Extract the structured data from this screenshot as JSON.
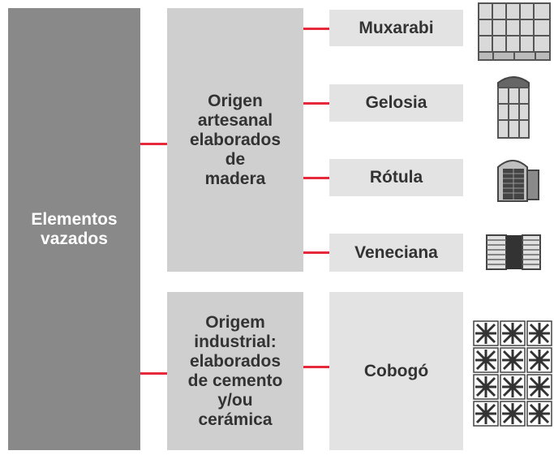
{
  "root": {
    "label": "Elementos\nvazados"
  },
  "groups": [
    {
      "label": "Origen\nartesanal\nelaborados\nde\nmadera"
    },
    {
      "label": "Origem\nindustrial:\nelaborados\nde cemento\ny/ou\ncerámica"
    }
  ],
  "items": [
    {
      "label": "Muxarabi",
      "icon": "muxarabi-icon"
    },
    {
      "label": "Gelosia",
      "icon": "gelosia-icon"
    },
    {
      "label": "Rótula",
      "icon": "rotula-icon"
    },
    {
      "label": "Veneciana",
      "icon": "veneciana-icon"
    },
    {
      "label": "Cobogó",
      "icon": "cobogo-icon"
    }
  ],
  "colors": {
    "connector": "#e5283a",
    "root": "#898989",
    "group": "#cfcfcf",
    "item": "#e3e3e3",
    "icon": "#555555"
  }
}
